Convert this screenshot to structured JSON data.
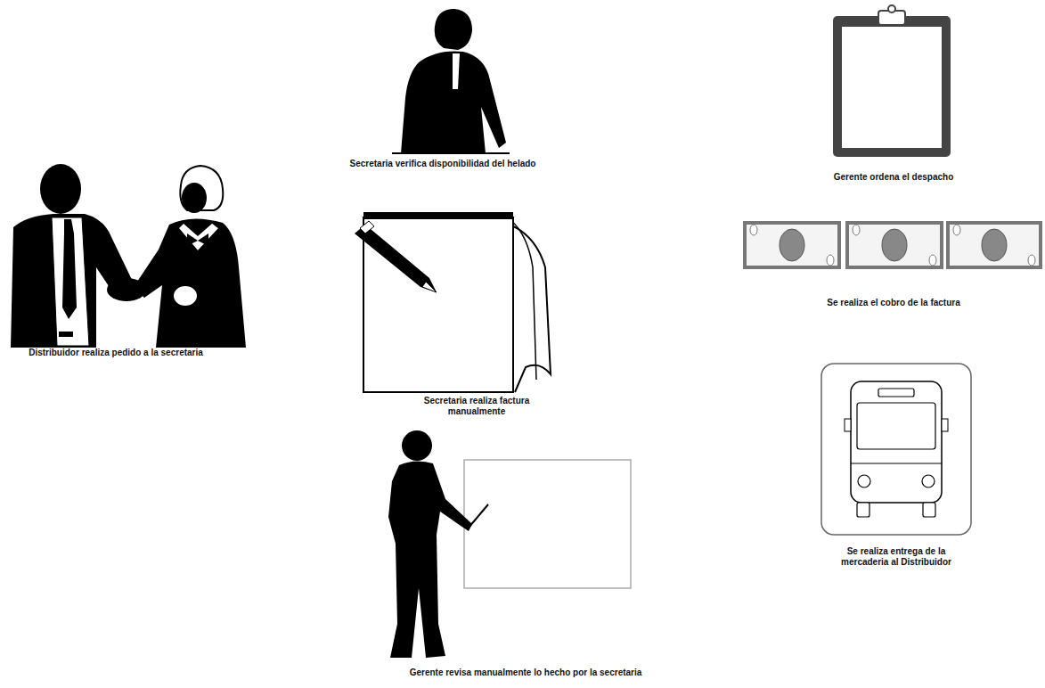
{
  "diagram": {
    "nodes": [
      {
        "text": [
          "Distribuidor realiza pedido a la secretaria"
        ]
      },
      {
        "text": [
          "Secretaria verifica disponibilidad del helado"
        ]
      },
      {
        "text": [
          "Secretaria realiza factura manualmente"
        ]
      },
      {
        "text": [
          "Gerente revisa manualmente lo hecho por la secretaria"
        ]
      },
      {
        "text": [
          "Gerente ordena el despacho"
        ]
      },
      {
        "text": [
          "Se realiza el cobro de la factura"
        ]
      },
      {
        "text": [
          "Se realiza entrega de la mercaderia al Distribuidor"
        ]
      }
    ],
    "edges": []
  }
}
